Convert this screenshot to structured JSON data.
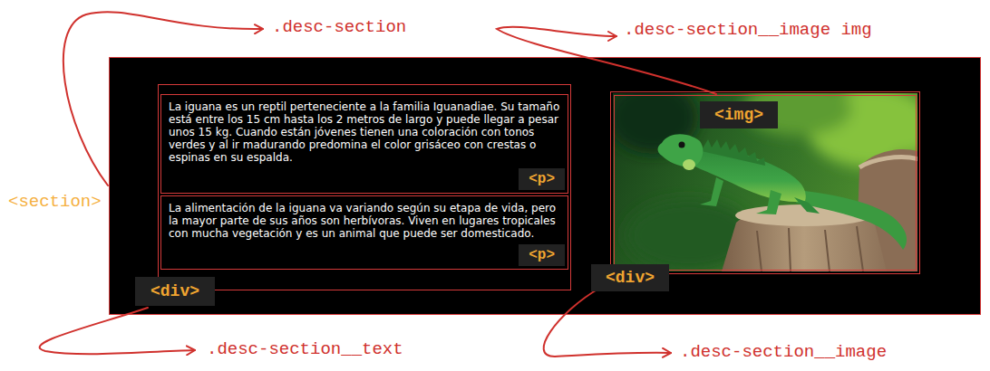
{
  "diagram": {
    "nodes": [
      {
        "text": [
          "<section>"
        ]
      },
      {
        "text": [
          "<div>"
        ],
        "in": 0
      },
      {
        "text": [
          "La iguana es un reptil perteneciente a la familia Iguanadiae. Su tamaño está entre los 15 cm hasta los 2 metros de largo y puede llegar a pesar unos 15 kg. Cuando están jóvenes tienen una coloración con tonos verdes y al ir madurando predomina el color grisáceo con crestas o espinas en su espalda.",
          "<p>"
        ],
        "in": 1
      },
      {
        "text": [
          "La alimentación de la iguana va variando según su etapa de vida, pero la mayor parte de sus años son herbívoras. Viven en lugares tropicales con mucha vegetación y es un animal que puede ser domesticado.",
          "<p>"
        ],
        "in": 1
      },
      {
        "text": [
          "<div>"
        ],
        "in": 0
      },
      {
        "text": [
          "<img>"
        ],
        "in": 4
      }
    ],
    "labels": [
      ".desc-section",
      ".desc-section__image img",
      ".desc-section__text",
      ".desc-section__image"
    ]
  }
}
